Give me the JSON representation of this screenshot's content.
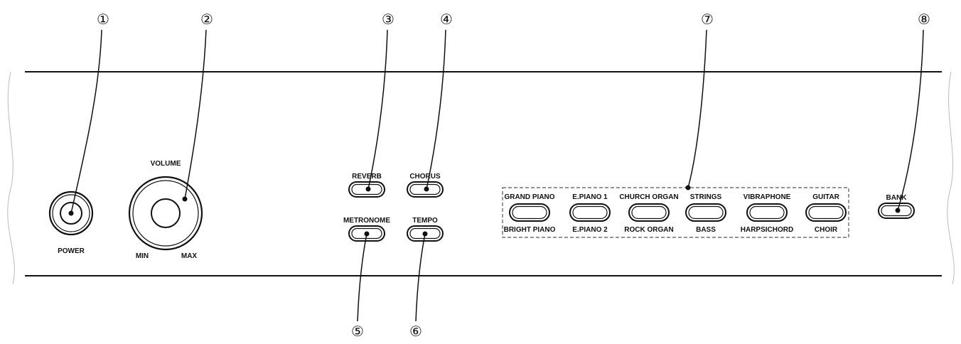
{
  "power": {
    "label": "POWER",
    "callout": "①"
  },
  "volume": {
    "label": "VOLUME",
    "min_label": "MIN",
    "max_label": "MAX",
    "callout": "②"
  },
  "reverb": {
    "label": "REVERB",
    "callout": "③"
  },
  "chorus": {
    "label": "CHORUS",
    "callout": "④"
  },
  "metronome": {
    "label": "METRONOME",
    "callout": "⑤"
  },
  "tempo": {
    "label": "TEMPO",
    "callout": "⑥"
  },
  "voices": {
    "callout": "⑦",
    "buttons": [
      {
        "top_label": "GRAND PIANO",
        "bottom_label": "BRIGHT PIANO"
      },
      {
        "top_label": "E.PIANO 1",
        "bottom_label": "E.PIANO 2"
      },
      {
        "top_label": "CHURCH ORGAN",
        "bottom_label": "ROCK ORGAN"
      },
      {
        "top_label": "STRINGS",
        "bottom_label": "BASS"
      },
      {
        "top_label": "VIBRAPHONE",
        "bottom_label": "HARPSICHORD"
      },
      {
        "top_label": "GUITAR",
        "bottom_label": "CHOIR"
      }
    ]
  },
  "bank": {
    "label": "BANK",
    "callout": "⑧"
  }
}
